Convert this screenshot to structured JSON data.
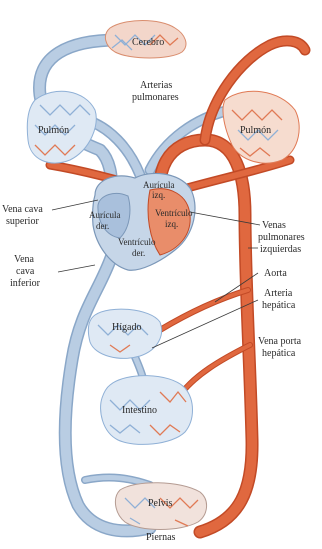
{
  "labels": {
    "cerebro": "Cerebro",
    "arterias_1": "Arterias",
    "arterias_2": "pulmonares",
    "pulmon_izq": "Pulmón",
    "pulmon_der": "Pulmón",
    "auricula_izq_1": "Aurícula",
    "auricula_izq_2": "izq.",
    "auricula_der_1": "Aurícula",
    "auricula_der_2": "der.",
    "ventriculo_izq_1": "Ventrículo",
    "ventriculo_izq_2": "izq.",
    "ventriculo_der_1": "Ventrículo",
    "ventriculo_der_2": "der.",
    "vena_cava_sup_1": "Vena cava",
    "vena_cava_sup_2": "superior",
    "venas_pulm_1": "Venas",
    "venas_pulm_2": "pulmonares",
    "venas_pulm_3": "izquierdas",
    "vena_cava_inf_1": "Vena",
    "vena_cava_inf_2": "cava",
    "vena_cava_inf_3": "inferior",
    "aorta": "Aorta",
    "arteria_hep_1": "Arteria",
    "arteria_hep_2": "hepática",
    "higado": "Hígado",
    "vena_porta_1": "Vena porta",
    "vena_porta_2": "hepática",
    "intestino": "Intestino",
    "pelvis": "Pelvis",
    "piernas": "Piernas"
  },
  "colors": {
    "venous": "#b9cde3",
    "arterial": "#e0683f"
  }
}
